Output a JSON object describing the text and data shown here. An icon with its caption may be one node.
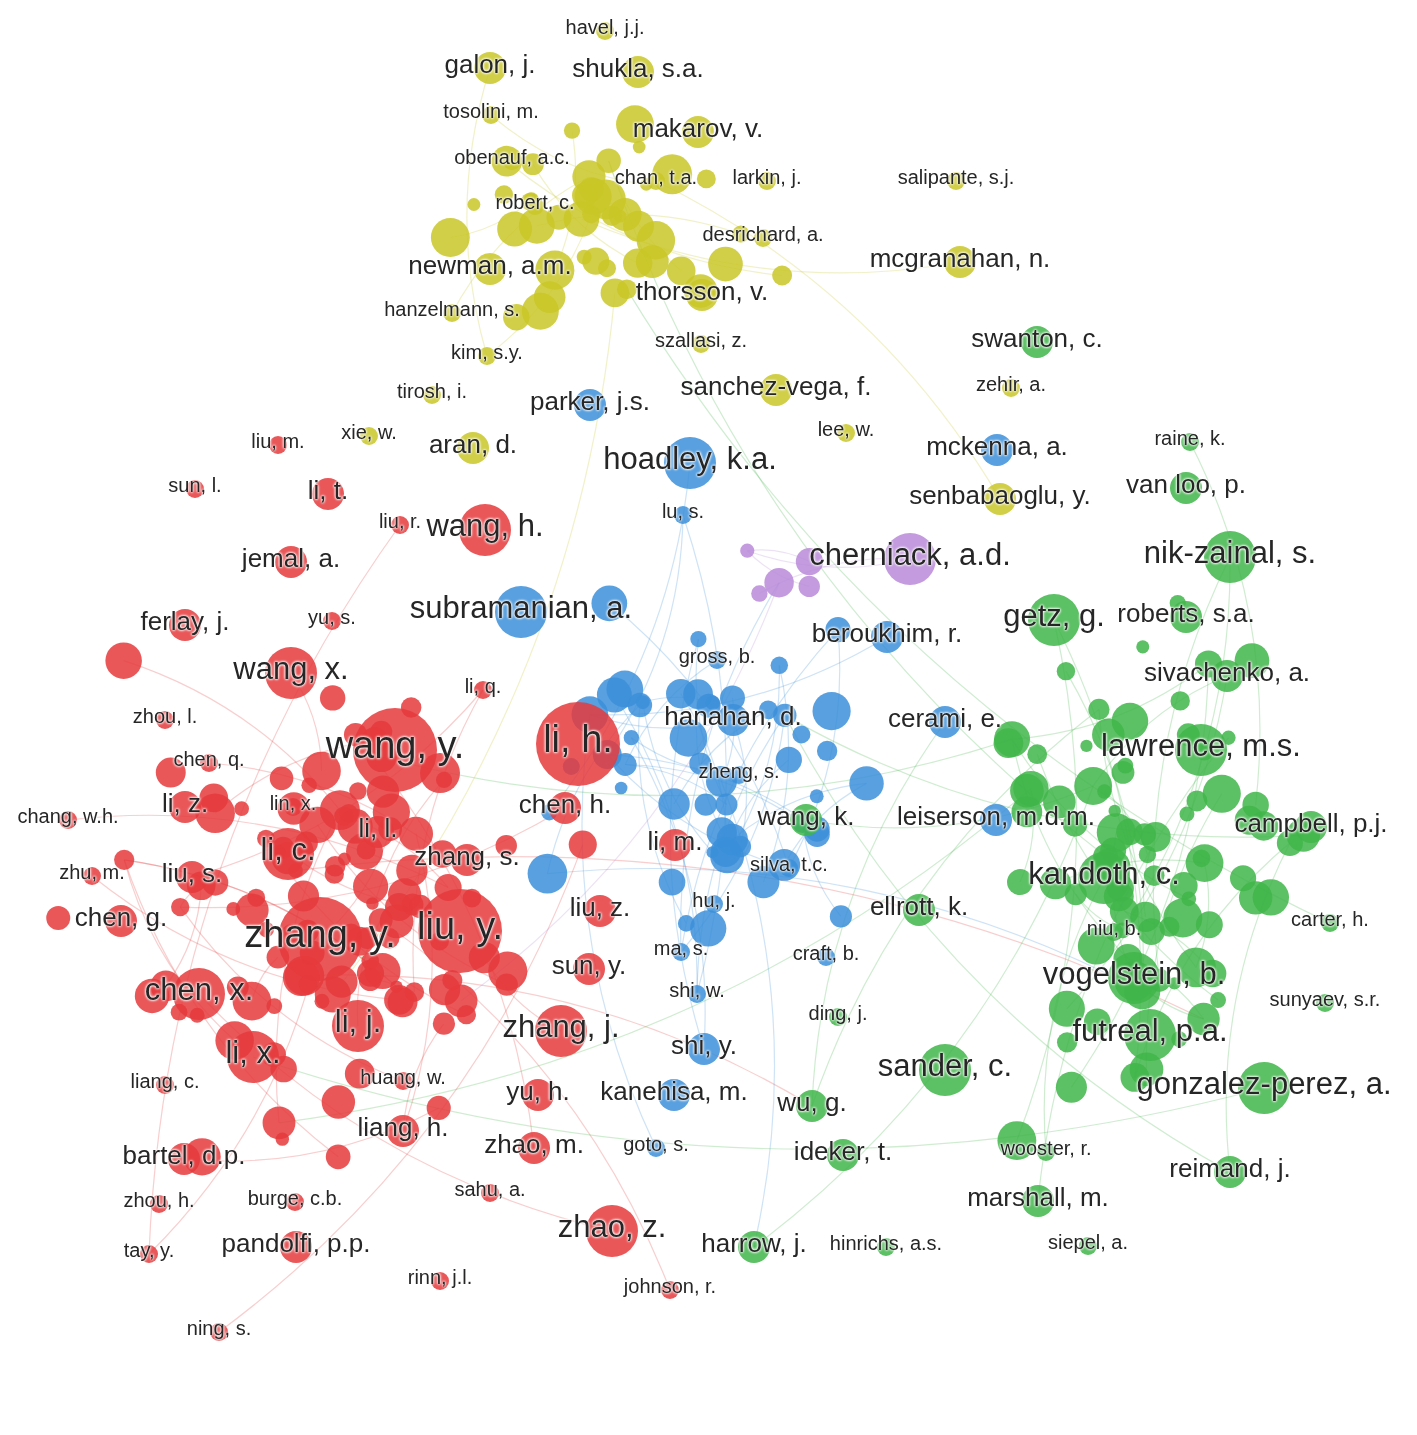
{
  "diagram": {
    "nodes": [
      {
        "text": [
          "havel, j.j."
        ]
      },
      {
        "text": [
          "galon, j."
        ]
      },
      {
        "text": [
          "shukla, s.a."
        ]
      },
      {
        "text": [
          "tosolini, m."
        ]
      },
      {
        "text": [
          "makarov, v."
        ]
      },
      {
        "text": [
          "obenauf, a.c."
        ]
      },
      {
        "text": [
          "chan, t.a."
        ]
      },
      {
        "text": [
          "larkin, j."
        ]
      },
      {
        "text": [
          "salipante, s.j."
        ]
      },
      {
        "text": [
          "robert, c."
        ]
      },
      {
        "text": [
          "desrichard, a."
        ]
      },
      {
        "text": [
          "newman, a.m."
        ]
      },
      {
        "text": [
          "mcgranahan, n."
        ]
      },
      {
        "text": [
          "thorsson, v."
        ]
      },
      {
        "text": [
          "hanzelmann, s."
        ]
      },
      {
        "text": [
          "szallasi, z."
        ]
      },
      {
        "text": [
          "kim, s.y."
        ]
      },
      {
        "text": [
          "swanton, c."
        ]
      },
      {
        "text": [
          "tirosh, i."
        ]
      },
      {
        "text": [
          "parker, j.s."
        ]
      },
      {
        "text": [
          "sanchez-vega, f."
        ]
      },
      {
        "text": [
          "zehir, a."
        ]
      },
      {
        "text": [
          "liu, m."
        ]
      },
      {
        "text": [
          "xie, w."
        ]
      },
      {
        "text": [
          "aran, d."
        ]
      },
      {
        "text": [
          "lee, w."
        ]
      },
      {
        "text": [
          "mckenna, a."
        ]
      },
      {
        "text": [
          "raine, k."
        ]
      },
      {
        "text": [
          "sun, l."
        ]
      },
      {
        "text": [
          "li, t."
        ]
      },
      {
        "text": [
          "hoadley, k.a."
        ]
      },
      {
        "text": [
          "senbabaoglu, y."
        ]
      },
      {
        "text": [
          "van loo, p."
        ]
      },
      {
        "text": [
          "liu, r."
        ]
      },
      {
        "text": [
          "wang, h."
        ]
      },
      {
        "text": [
          "lu, s."
        ]
      },
      {
        "text": [
          "cherniack, a.d."
        ]
      },
      {
        "text": [
          "nik-zainal, s."
        ]
      },
      {
        "text": [
          "jemal, a."
        ]
      },
      {
        "text": [
          "subramanian, a."
        ]
      },
      {
        "text": [
          "ferlay, j."
        ]
      },
      {
        "text": [
          "yu, s."
        ]
      },
      {
        "text": [
          "getz, g."
        ]
      },
      {
        "text": [
          "roberts, s.a."
        ]
      },
      {
        "text": [
          "beroukhim, r."
        ]
      },
      {
        "text": [
          "gross, b."
        ]
      },
      {
        "text": [
          "wang, x."
        ]
      },
      {
        "text": [
          "sivachenko, a."
        ]
      },
      {
        "text": [
          "li, q."
        ]
      },
      {
        "text": [
          "zhou, l."
        ]
      },
      {
        "text": [
          "hanahan, d."
        ]
      },
      {
        "text": [
          "cerami, e."
        ]
      },
      {
        "text": [
          "wang, y."
        ]
      },
      {
        "text": [
          "li, h."
        ]
      },
      {
        "text": [
          "lawrence, m.s."
        ]
      },
      {
        "text": [
          "chen, q."
        ]
      },
      {
        "text": [
          "zheng, s."
        ]
      },
      {
        "text": [
          "chang, w.h."
        ]
      },
      {
        "text": [
          "li, z."
        ]
      },
      {
        "text": [
          "lin, x."
        ]
      },
      {
        "text": [
          "chen, h."
        ]
      },
      {
        "text": [
          "wang, k."
        ]
      },
      {
        "text": [
          "leiserson, m.d.m."
        ]
      },
      {
        "text": [
          "campbell, p.j."
        ]
      },
      {
        "text": [
          "li, l."
        ]
      },
      {
        "text": [
          "li, m."
        ]
      },
      {
        "text": [
          "li, c."
        ]
      },
      {
        "text": [
          "zhang, s."
        ]
      },
      {
        "text": [
          "silva, t.c."
        ]
      },
      {
        "text": [
          "zhu, m."
        ]
      },
      {
        "text": [
          "liu, s."
        ]
      },
      {
        "text": [
          "kandoth, c."
        ]
      },
      {
        "text": [
          "hu, j."
        ]
      },
      {
        "text": [
          "ellrott, k."
        ]
      },
      {
        "text": [
          "chen, g."
        ]
      },
      {
        "text": [
          "zhang, y."
        ]
      },
      {
        "text": [
          "liu, y."
        ]
      },
      {
        "text": [
          "liu, z."
        ]
      },
      {
        "text": [
          "niu, b."
        ]
      },
      {
        "text": [
          "carter, h."
        ]
      },
      {
        "text": [
          "ma, s."
        ]
      },
      {
        "text": [
          "craft, b."
        ]
      },
      {
        "text": [
          "sun, y."
        ]
      },
      {
        "text": [
          "vogelstein, b."
        ]
      },
      {
        "text": [
          "chen, x."
        ]
      },
      {
        "text": [
          "shi, w."
        ]
      },
      {
        "text": [
          "sunyaev, s.r."
        ]
      },
      {
        "text": [
          "ding, j."
        ]
      },
      {
        "text": [
          "li, j."
        ]
      },
      {
        "text": [
          "zhang, j."
        ]
      },
      {
        "text": [
          "futreal, p.a."
        ]
      },
      {
        "text": [
          "li, x."
        ]
      },
      {
        "text": [
          "shi, y."
        ]
      },
      {
        "text": [
          "sander, c."
        ]
      },
      {
        "text": [
          "liang, c."
        ]
      },
      {
        "text": [
          "huang, w."
        ]
      },
      {
        "text": [
          "gonzalez-perez, a."
        ]
      },
      {
        "text": [
          "yu, h."
        ]
      },
      {
        "text": [
          "kanehisa, m."
        ]
      },
      {
        "text": [
          "wu, g."
        ]
      },
      {
        "text": [
          "liang, h."
        ]
      },
      {
        "text": [
          "bartel, d.p."
        ]
      },
      {
        "text": [
          "zhao, m."
        ]
      },
      {
        "text": [
          "goto, s."
        ]
      },
      {
        "text": [
          "ideker, t."
        ]
      },
      {
        "text": [
          "wooster, r."
        ]
      },
      {
        "text": [
          "reimand, j."
        ]
      },
      {
        "text": [
          "marshall, m."
        ]
      },
      {
        "text": [
          "zhou, h."
        ]
      },
      {
        "text": [
          "burge, c.b."
        ]
      },
      {
        "text": [
          "sahu, a."
        ]
      },
      {
        "text": [
          "zhao, z."
        ]
      },
      {
        "text": [
          "tay, y."
        ]
      },
      {
        "text": [
          "pandolfi, p.p."
        ]
      },
      {
        "text": [
          "harrow, j."
        ]
      },
      {
        "text": [
          "hinrichs, a.s."
        ]
      },
      {
        "text": [
          "siepel, a."
        ]
      },
      {
        "text": [
          "rinn, j.l."
        ]
      },
      {
        "text": [
          "johnson, r."
        ]
      },
      {
        "text": [
          "ning, s."
        ]
      }
    ]
  }
}
